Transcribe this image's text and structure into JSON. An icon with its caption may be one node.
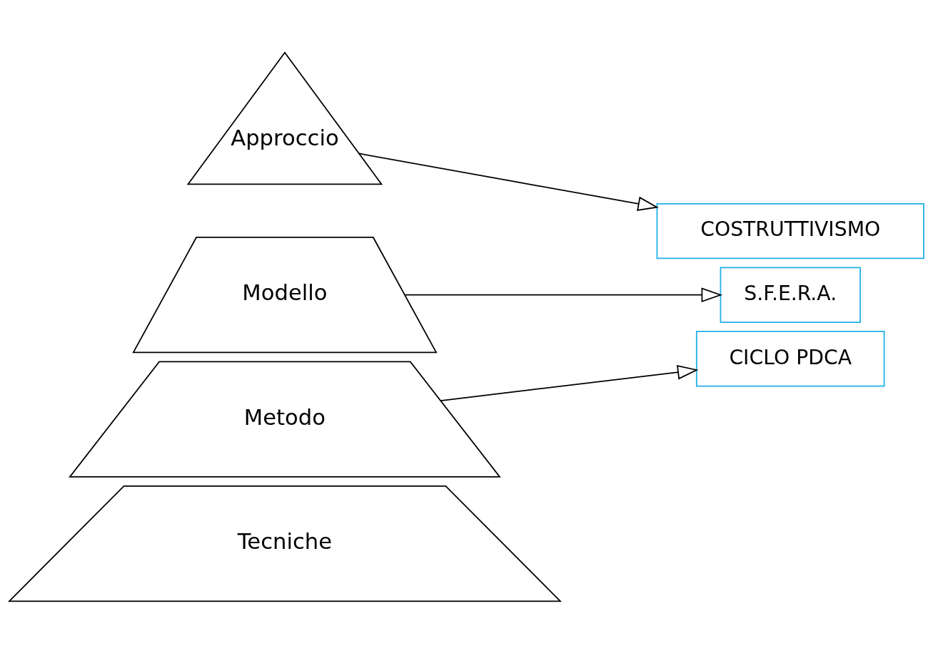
{
  "diagram": {
    "nodes": [
      {
        "text": [
          "Approccio"
        ]
      },
      {
        "text": [
          "Modello"
        ]
      },
      {
        "text": [
          "Metodo"
        ]
      },
      {
        "text": [
          "Tecniche"
        ]
      },
      {
        "text": [
          "COSTRUTTIVISMO"
        ]
      },
      {
        "text": [
          "S.F.E.R.A."
        ]
      },
      {
        "text": [
          "CICLO PDCA"
        ]
      }
    ],
    "edges": [
      {
        "from": 0,
        "to": 4,
        "arrow": "to"
      },
      {
        "from": 1,
        "to": 5,
        "arrow": "to"
      },
      {
        "from": 2,
        "to": 6,
        "arrow": "to"
      }
    ]
  }
}
